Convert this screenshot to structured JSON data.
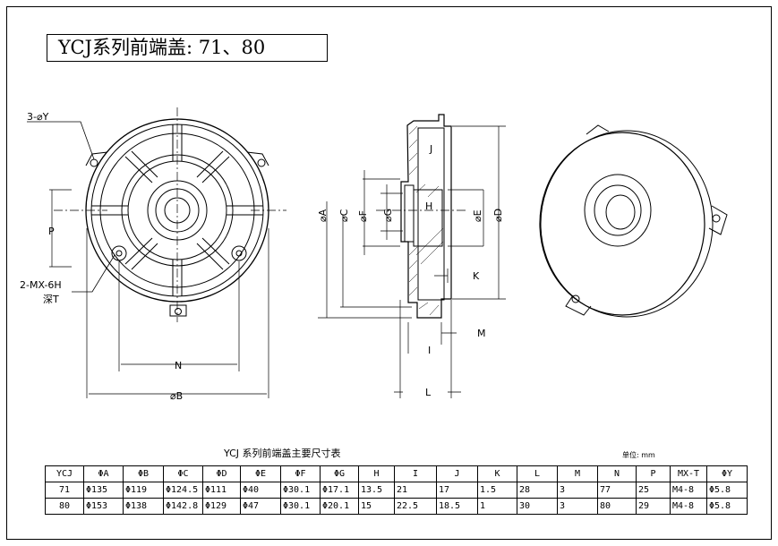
{
  "title": "YCJ系列前端盖: 71、80",
  "labels": {
    "holes": "3-⌀Y",
    "p": "P",
    "thread": "2-MX-6H",
    "depth": "深T",
    "n": "N",
    "b": "⌀B",
    "a": "⌀A",
    "c": "⌀C",
    "f": "⌀F",
    "g": "⌀G",
    "h": "H",
    "e": "⌀E",
    "d": "⌀D",
    "j": "J",
    "k": "K",
    "m": "M",
    "i": "I",
    "l": "L"
  },
  "table": {
    "title": "YCJ 系列前端盖主要尺寸表",
    "unit": "单位: mm",
    "headers": [
      "YCJ",
      "ΦA",
      "ΦB",
      "ΦC",
      "ΦD",
      "ΦE",
      "ΦF",
      "ΦG",
      "H",
      "I",
      "J",
      "K",
      "L",
      "M",
      "N",
      "P",
      "MX-T",
      "ΦY"
    ],
    "rows": [
      [
        "71",
        "Φ135",
        "Φ119",
        "Φ124.5",
        "Φ111",
        "Φ40",
        "Φ30.1",
        "Φ17.1",
        "13.5",
        "21",
        "17",
        "1.5",
        "28",
        "3",
        "77",
        "25",
        "M4-8",
        "Φ5.8"
      ],
      [
        "80",
        "Φ153",
        "Φ138",
        "Φ142.8",
        "Φ129",
        "Φ47",
        "Φ30.1",
        "Φ20.1",
        "15",
        "22.5",
        "18.5",
        "1",
        "30",
        "3",
        "80",
        "29",
        "M4-8",
        "Φ5.8"
      ]
    ]
  }
}
